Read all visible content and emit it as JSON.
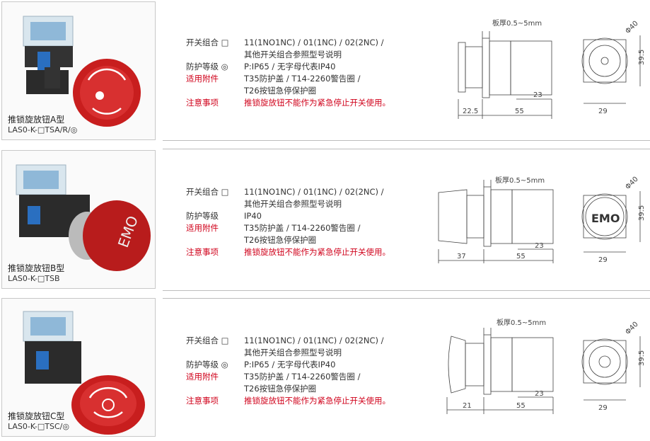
{
  "sections": [
    {
      "name": "推锁旋放钮A型",
      "model": "LAS0-K-□TSA/R/◎",
      "spec": {
        "combo_label": "开关组合 □",
        "combo_value": "11(1NO1NC) / 01(1NC) / 02(2NC) /",
        "combo_value2": "其他开关组合参照型号说明",
        "ip_label": "防护等级 ◎",
        "ip_value": "P:IP65 / 无字母代表IP40",
        "acc_label": "适用附件",
        "acc_value": "T35防护盖 / T14-2260警告圈 /",
        "acc_value2": "T26按钮急停保护圈",
        "note_label": "注意事项",
        "note_value": "推锁旋放钮不能作为紧急停止开关使用。"
      },
      "dims": {
        "plate": "板厚0.5~5mm",
        "head": "22.5",
        "body": "55",
        "bottom": "23",
        "height": "39.5",
        "width": "29",
        "dia": "Φ40"
      },
      "face_text": ""
    },
    {
      "name": "推锁旋放钮B型",
      "model": "LAS0-K-□TSB",
      "spec": {
        "combo_label": "开关组合 □",
        "combo_value": "11(1NO1NC) / 01(1NC) / 02(2NC) /",
        "combo_value2": "其他开关组合参照型号说明",
        "ip_label": "防护等级",
        "ip_value": "IP40",
        "acc_label": "适用附件",
        "acc_value": "T35防护盖 / T14-2260警告圈 /",
        "acc_value2": "T26按钮急停保护圈",
        "note_label": "注意事项",
        "note_value": "推锁旋放钮不能作为紧急停止开关使用。"
      },
      "dims": {
        "plate": "板厚0.5~5mm",
        "head": "37",
        "body": "55",
        "bottom": "23",
        "height": "39.5",
        "width": "29",
        "dia": "Φ40"
      },
      "face_text": "EMO"
    },
    {
      "name": "推锁旋放钮C型",
      "model": "LAS0-K-□TSC/◎",
      "spec": {
        "combo_label": "开关组合 □",
        "combo_value": "11(1NO1NC) / 01(1NC) / 02(2NC) /",
        "combo_value2": "其他开关组合参照型号说明",
        "ip_label": "防护等级 ◎",
        "ip_value": "P:IP65 / 无字母代表IP40",
        "acc_label": "适用附件",
        "acc_value": "T35防护盖 / T14-2260警告圈 /",
        "acc_value2": "T26按钮急停保护圈",
        "note_label": "注意事项",
        "note_value": "推锁旋放钮不能作为紧急停止开关使用。"
      },
      "dims": {
        "plate": "板厚0.5~5mm",
        "head": "21",
        "body": "55",
        "bottom": "23",
        "height": "39.5",
        "width": "29",
        "dia": "Φ40"
      },
      "face_text": ""
    }
  ],
  "colors": {
    "red": "#d0021b",
    "button_red": "#c81e1e",
    "line": "#bdbdbd"
  }
}
